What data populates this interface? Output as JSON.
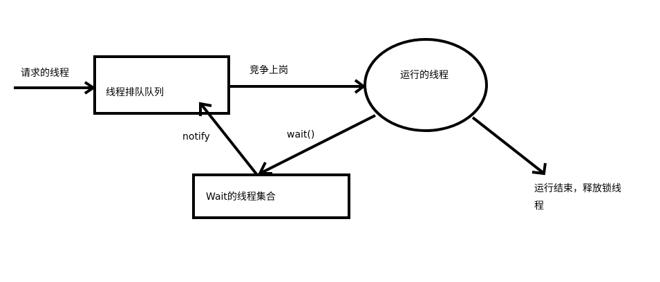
{
  "diagram": {
    "nodes": {
      "queue": {
        "label": "线程排队队列",
        "shape": "rectangle"
      },
      "running": {
        "label": "运行的线程",
        "shape": "ellipse"
      },
      "wait_set": {
        "label": "Wait的线程集合",
        "shape": "rectangle"
      }
    },
    "edges": {
      "incoming": {
        "label": "请求的线程",
        "from": "",
        "to": "queue"
      },
      "compete": {
        "label": "竞争上岗",
        "from": "queue",
        "to": "running"
      },
      "wait": {
        "label": "wait()",
        "from": "running",
        "to": "wait_set"
      },
      "notify": {
        "label": "notify",
        "from": "wait_set",
        "to": "queue"
      },
      "finish": {
        "label_line1": "运行结束，释放锁线",
        "label_line2": "程",
        "from": "running",
        "to": ""
      }
    },
    "colors": {
      "stroke": "#000000",
      "background": "#ffffff"
    }
  }
}
